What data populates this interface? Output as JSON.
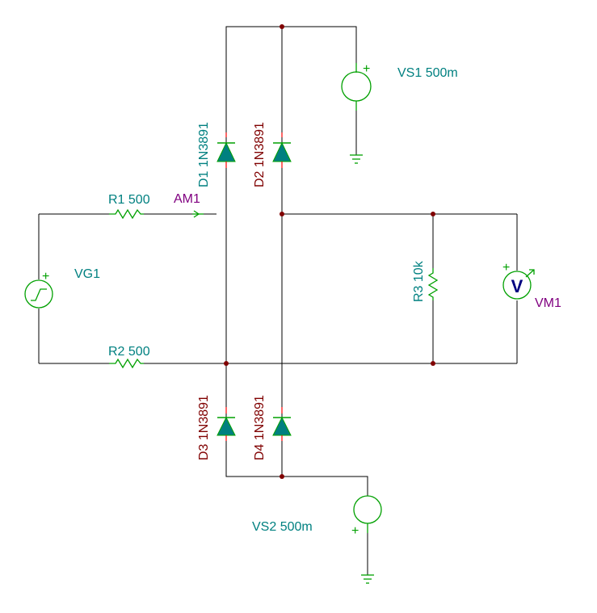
{
  "colors": {
    "wire": "#000000",
    "component": "#00a000",
    "label_teal": "#008080",
    "label_maroon": "#800000",
    "label_purple": "#800080",
    "diode_teal": "#008080",
    "diode_pin_red": "#ff0000",
    "meter_blue": "#000080",
    "junction": "#800000"
  },
  "components": {
    "vs1": {
      "label": "VS1 500m",
      "plus": "+"
    },
    "vs2": {
      "label": "VS2 500m",
      "plus": "+"
    },
    "vg1": {
      "label": "VG1",
      "plus": "+"
    },
    "r1": {
      "label": "R1 500"
    },
    "r2": {
      "label": "R2 500"
    },
    "r3": {
      "label": "R3 10k"
    },
    "am1": {
      "label": "AM1"
    },
    "vm1": {
      "label": "VM1",
      "symbol": "V",
      "plus": "+"
    },
    "d1": {
      "label": "D1 1N3891"
    },
    "d2": {
      "label": "D2 1N3891"
    },
    "d3": {
      "label": "D3 1N3891"
    },
    "d4": {
      "label": "D4 1N3891"
    }
  }
}
